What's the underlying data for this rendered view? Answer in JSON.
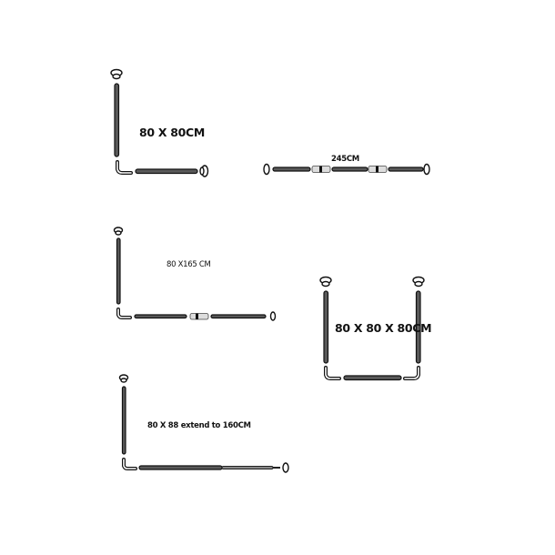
{
  "diagrams": [
    {
      "label": "80 X 80CM"
    },
    {
      "label": "245CM"
    },
    {
      "label": "80 X165 CM"
    },
    {
      "label": "80 X 80 X 80CM"
    },
    {
      "label": "80 X 88 extend to 160CM"
    }
  ],
  "colors": {
    "rod": "#5a5a5a",
    "outline": "#111111",
    "background": "#ffffff"
  }
}
